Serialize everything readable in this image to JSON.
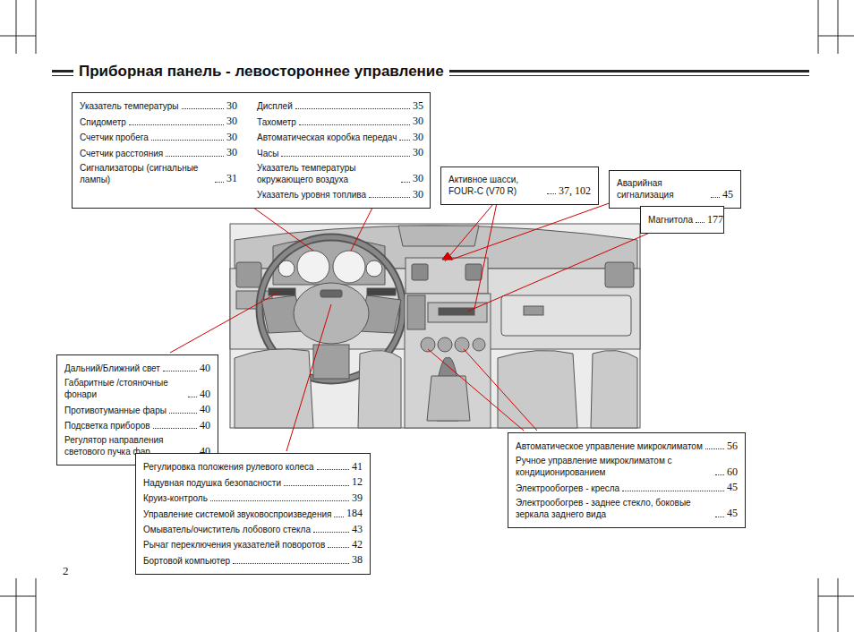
{
  "diagram": {
    "title": "Приборная панель - левостороннее управление",
    "nodes": [
      {
        "text": [
          "Указатель температуры",
          "30",
          "Спидометр",
          "30",
          "Счетчик пробега",
          "30",
          "Счетчик расстояния",
          "30",
          "Сигнализаторы (сигнальные лампы)",
          "31",
          "Дисплей",
          "35",
          "Тахометр",
          "30",
          "Автоматическая коробка передач",
          "30",
          "Часы",
          "30",
          "Указатель температуры окружающего воздуха",
          "30",
          "Указатель уровня топлива",
          "30"
        ]
      },
      {
        "text": [
          "Активное шасси, FOUR-C (V70 R)",
          "37, 102"
        ]
      },
      {
        "text": [
          "Аварийная сигнализация",
          "45"
        ]
      },
      {
        "text": [
          "Магнитола",
          "177"
        ]
      },
      {
        "text": [
          "Дальний/Ближний свет",
          "40",
          "Габаритные /стояночные фонари",
          "40",
          "Противотуманные фары",
          "40",
          "Подсветка приборов",
          "40",
          "Регулятор направления светового пучка фар",
          "40"
        ]
      },
      {
        "text": [
          "Регулировка положения рулевого колеса",
          "41",
          "Надувная подушка безопасности",
          "12",
          "Круиз-контроль",
          "39",
          "Управление системой звуковоспроизведения",
          "184",
          "Омыватель/очиститель лобового стекла",
          "43",
          "Рычаг переключения указателей поворотов",
          "42",
          "Бортовой компьютер",
          "38"
        ]
      },
      {
        "text": [
          "Автоматическое управление микроклиматом",
          "56",
          "Ручное управление микроклиматом с кондиционированием",
          "60",
          "Электрообогрев - кресла",
          "45",
          "Электрообогрев - заднее стекло, боковые зеркала заднего вида",
          "45"
        ]
      }
    ],
    "labels": [
      "2"
    ]
  }
}
